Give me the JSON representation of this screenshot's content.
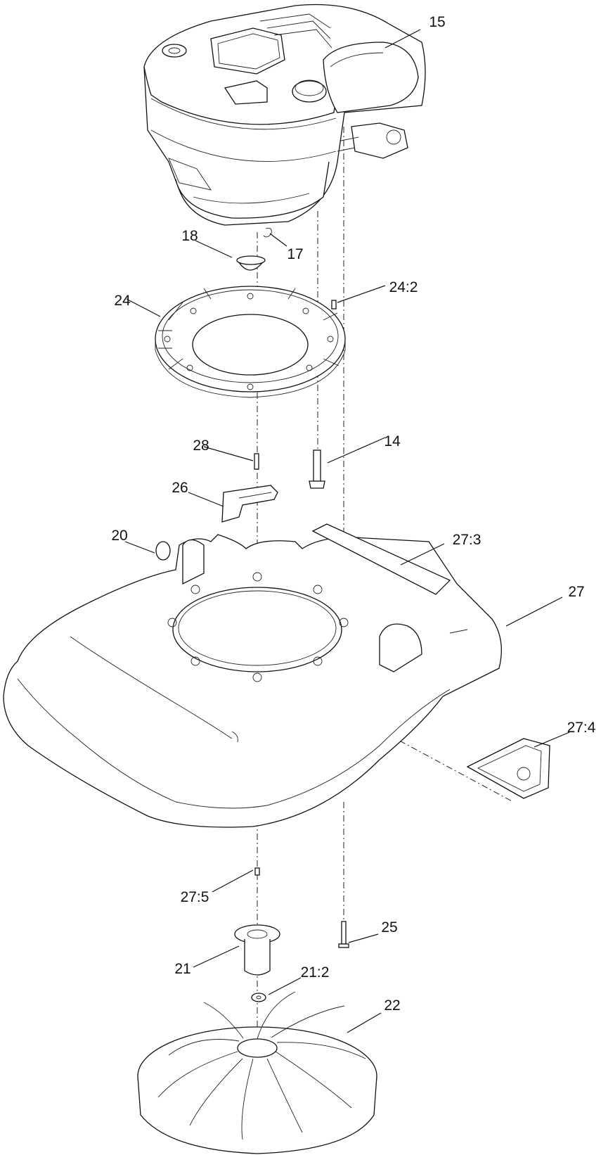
{
  "callouts": {
    "c15": "15",
    "c18": "18",
    "c17": "17",
    "c24": "24",
    "c24_2": "24:2",
    "c28": "28",
    "c14": "14",
    "c26": "26",
    "c20": "20",
    "c27_3": "27:3",
    "c27": "27",
    "c27_4": "27:4",
    "c27_5": "27:5",
    "c25": "25",
    "c21": "21",
    "c21_2": "21:2",
    "c22": "22"
  }
}
